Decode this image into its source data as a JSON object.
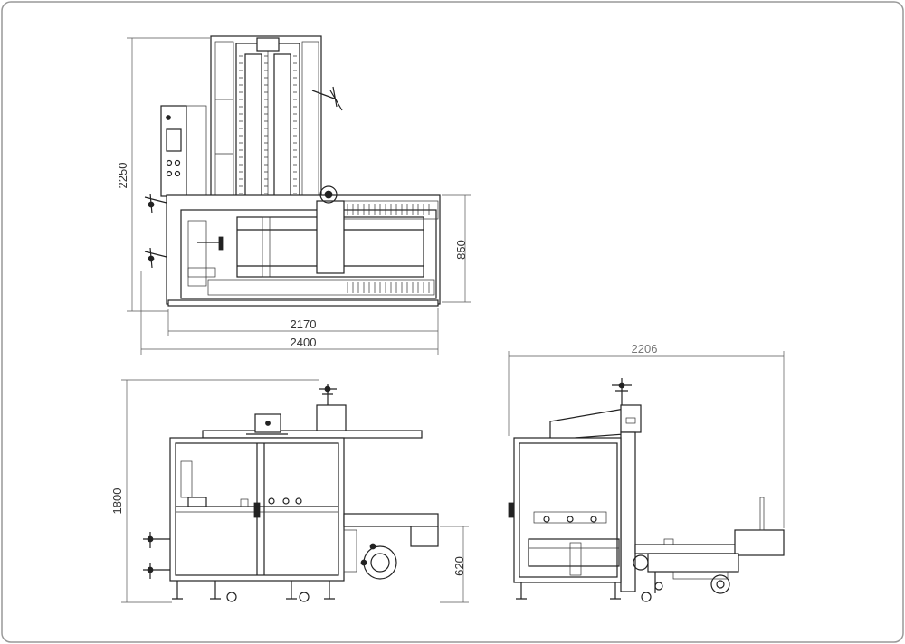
{
  "colors": {
    "line": "#222222",
    "frame": "#999999",
    "background": "#ffffff",
    "dimension_grey": "#777777"
  },
  "top_view": {
    "height_total": "2250",
    "height_table": "850",
    "width_frame": "2170",
    "width_total": "2400"
  },
  "front_view": {
    "height_total": "1800",
    "height_table": "620"
  },
  "side_view": {
    "width_total": "2206"
  }
}
